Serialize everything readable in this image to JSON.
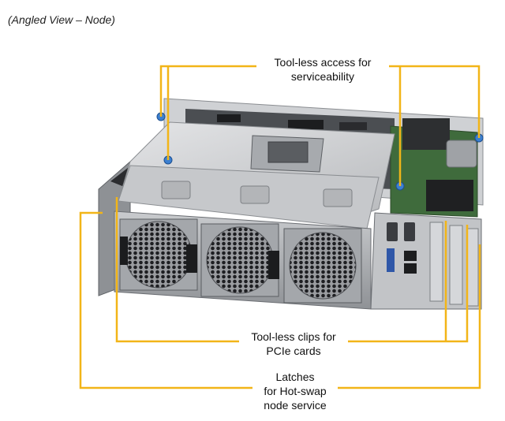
{
  "view_label": "(Angled View – Node)",
  "callouts": {
    "access": [
      "Tool-less access for",
      "serviceability"
    ],
    "clips": [
      "Tool-less clips for",
      "PCIe cards"
    ],
    "latch": [
      "Latches",
      "for Hot-swap",
      "node service"
    ]
  },
  "colors": {
    "leader": "#f2b518",
    "chassis_light": "#d9dadc",
    "chassis_mid": "#b7b9bd",
    "chassis_dark": "#6b6e73",
    "fan_grille": "#2a2b2e",
    "board_green": "#3f6b3c",
    "thumbscrew_blue": "#3b7fd1"
  }
}
